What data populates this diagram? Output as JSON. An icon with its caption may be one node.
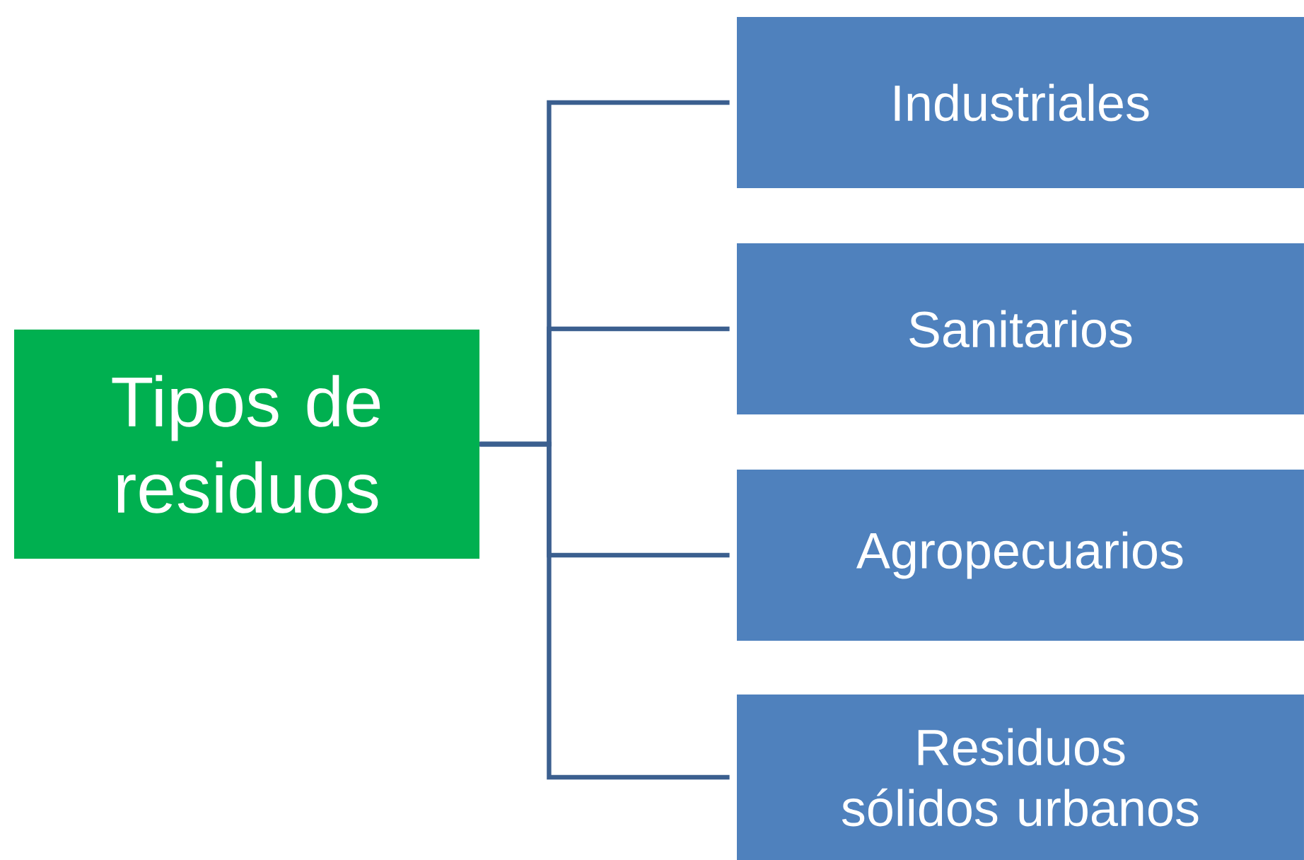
{
  "diagram": {
    "nodes": [
      {
        "text": [
          "Tipos de residuos"
        ]
      },
      {
        "text": [
          "Industriales"
        ]
      },
      {
        "text": [
          "Sanitarios"
        ]
      },
      {
        "text": [
          "Agropecuarios"
        ]
      },
      {
        "text": [
          "Residuos sólidos urbanos"
        ]
      }
    ],
    "edges": [
      {
        "from": 0,
        "to": 1,
        "arrow": "none"
      },
      {
        "from": 0,
        "to": 2,
        "arrow": "none"
      },
      {
        "from": 0,
        "to": 3,
        "arrow": "none"
      },
      {
        "from": 0,
        "to": 4,
        "arrow": "none"
      }
    ]
  }
}
